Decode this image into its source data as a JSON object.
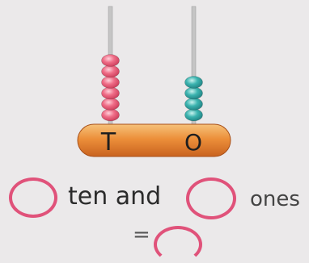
{
  "abacus": {
    "tens_column_label": "T",
    "ones_column_label": "O",
    "tens_beads": 6,
    "ones_beads": 4,
    "tens_bead_color": "#e8546f",
    "ones_bead_color": "#2ea3a0",
    "base_color": "#e8893a"
  },
  "question": {
    "tens_suffix": "ten and",
    "ones_suffix": "ones",
    "equals_sign": "="
  },
  "answers": {
    "tens_value": "",
    "ones_value": "",
    "total_value": ""
  }
}
